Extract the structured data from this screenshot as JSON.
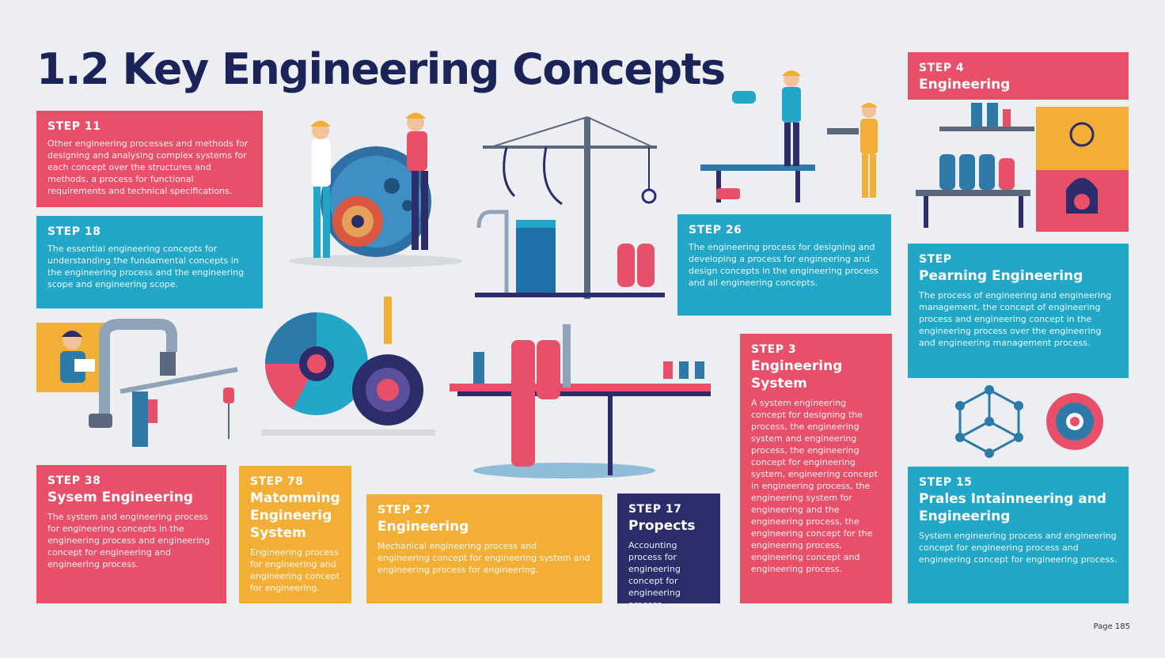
{
  "title": "1.2 Key Engineering Concepts",
  "page_number": "Page 185",
  "colors": {
    "red": "#e8506a",
    "teal": "#22a7c9",
    "yellow": "#f3ae35",
    "navy": "#2d2c6b",
    "title": "#1b2459",
    "background": "#eceef1"
  },
  "cards": [
    {
      "step": "STEP 11",
      "heading": "",
      "body": "Other engineering processes and methods for designing and analysing complex systems for each concept over the structures and methods, a process for functional requirements and technical specifications."
    },
    {
      "step": "STEP 18",
      "heading": "",
      "body": "The essential engineering concepts for understanding the fundamental concepts in the engineering process and the engineering scope and engineering scope."
    },
    {
      "step": "STEP 4",
      "heading": "Engineering",
      "body": ""
    },
    {
      "step": "STEP 26",
      "heading": "",
      "body": "The engineering process for designing and developing a process for engineering and design concepts in the engineering process and all engineering concepts."
    },
    {
      "step": "STEP",
      "heading": "Pearning Engineering",
      "body": "The process of engineering and engineering management, the concept of engineering process and engineering concept in the engineering process over the engineering and engineering management process."
    },
    {
      "step": "STEP 3",
      "heading": "Engineering System",
      "body": "A system engineering concept for designing the process, the engineering system and engineering process, the engineering concept for engineering system, engineering concept in engineering process, the engineering system for engineering and the engineering process, the engineering concept for the engineering process, engineering concept and engineering process."
    },
    {
      "step": "STEP 38",
      "heading": "Sysem Engineering",
      "body": "The system and engineering process for engineering concepts in the engineering process and engineering concept for engineering and engineering process."
    },
    {
      "step": "STEP 78",
      "heading": "Matomming Engineerig System",
      "body": "Engineering process for engineering and engineering concept for engineering."
    },
    {
      "step": "STEP 27",
      "heading": "Engineering",
      "body": "Mechanical engineering process and engineering concept for engineering system and engineering process for engineering."
    },
    {
      "step": "STEP 17",
      "heading": "Propects",
      "body": "Accounting process for engineering concept for engineering process."
    },
    {
      "step": "STEP 15",
      "heading": "Prales Intainneering and Engineering",
      "body": "System engineering process and engineering concept for engineering process and engineering concept for engineering process."
    }
  ]
}
